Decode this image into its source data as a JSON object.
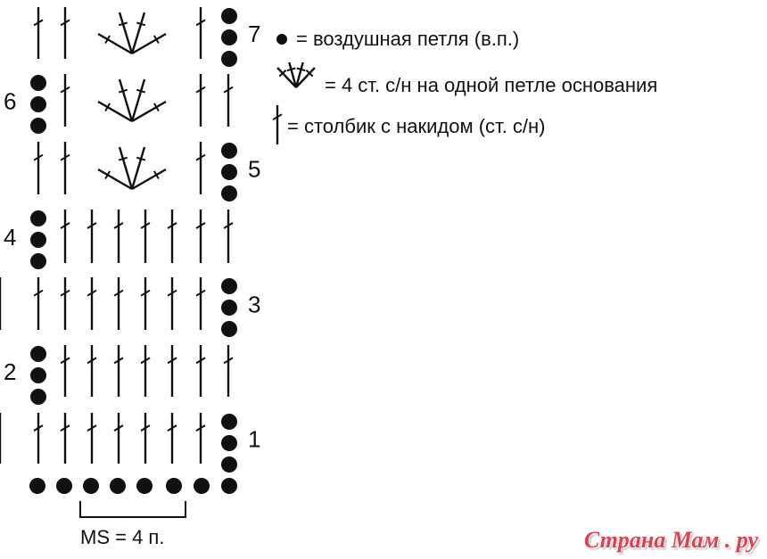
{
  "diagram": {
    "rows": [
      {
        "number": "1",
        "label_side": "right",
        "chain_side": "right",
        "pattern": [
          "dc",
          "dc",
          "dc",
          "dc",
          "dc",
          "dc",
          "dc",
          "dc"
        ]
      },
      {
        "number": "2",
        "label_side": "left",
        "chain_side": "left",
        "pattern": [
          "dc",
          "dc",
          "dc",
          "dc",
          "dc",
          "dc",
          "dc"
        ]
      },
      {
        "number": "3",
        "label_side": "right",
        "chain_side": "right",
        "pattern": [
          "dc",
          "dc",
          "dc",
          "dc",
          "dc",
          "dc",
          "dc",
          "dc"
        ]
      },
      {
        "number": "4",
        "label_side": "left",
        "chain_side": "left",
        "pattern": [
          "dc",
          "dc",
          "dc",
          "dc",
          "dc",
          "dc",
          "dc"
        ]
      },
      {
        "number": "5",
        "label_side": "right",
        "chain_side": "right",
        "pattern": [
          "dc",
          "dc",
          "fan",
          "dc"
        ]
      },
      {
        "number": "6",
        "label_side": "left",
        "chain_side": "left",
        "pattern": [
          "dc",
          "fan",
          "dc",
          "dc"
        ]
      },
      {
        "number": "7",
        "label_side": "right",
        "chain_side": "right",
        "pattern": [
          "dc",
          "dc",
          "fan",
          "dc"
        ]
      }
    ],
    "foundation_chain_count": 8,
    "repeat_label": "MS = 4 п."
  },
  "legend": {
    "chain": "= воздушная петля (в.п.)",
    "fan": "= 4 ст. с/н на одной петле основания",
    "dc": "= столбик с накидом (ст. с/н)"
  },
  "watermark": "Страна Мам . ру",
  "colors": {
    "ink": "#111111",
    "watermark": "#e04050"
  }
}
